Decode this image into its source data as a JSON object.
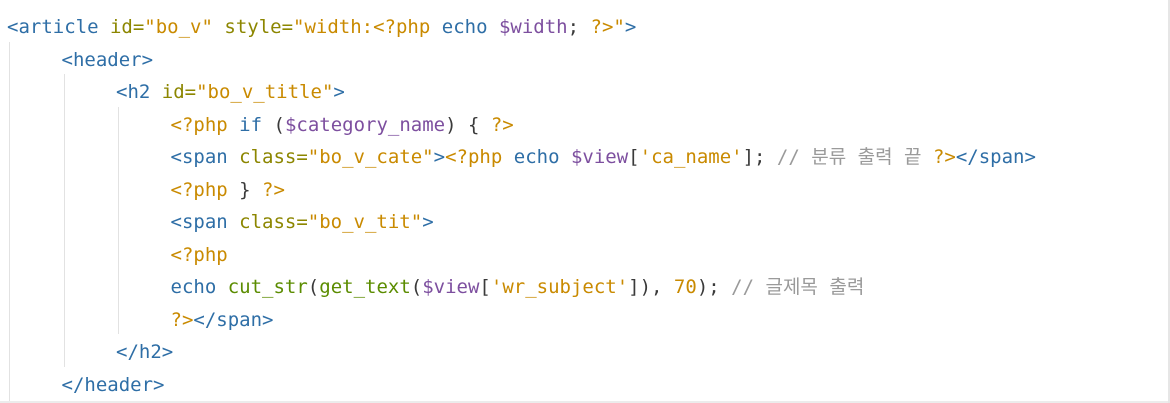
{
  "editor": {
    "lines": [
      {
        "indent": 0,
        "tokens": [
          {
            "t": "tag",
            "v": "<article"
          },
          {
            "t": "plain",
            "v": " "
          },
          {
            "t": "attr",
            "v": "id="
          },
          {
            "t": "str",
            "v": "\"bo_v\""
          },
          {
            "t": "plain",
            "v": " "
          },
          {
            "t": "attr",
            "v": "style="
          },
          {
            "t": "str",
            "v": "\"width:"
          },
          {
            "t": "php",
            "v": "<?php"
          },
          {
            "t": "plain",
            "v": " "
          },
          {
            "t": "kw",
            "v": "echo"
          },
          {
            "t": "plain",
            "v": " "
          },
          {
            "t": "var",
            "v": "$width"
          },
          {
            "t": "plain",
            "v": "; "
          },
          {
            "t": "php",
            "v": "?>"
          },
          {
            "t": "str",
            "v": "\""
          },
          {
            "t": "tag",
            "v": ">"
          }
        ]
      },
      {
        "indent": 1,
        "tokens": [
          {
            "t": "tag",
            "v": "<header>"
          }
        ]
      },
      {
        "indent": 2,
        "tokens": [
          {
            "t": "tag",
            "v": "<h2"
          },
          {
            "t": "plain",
            "v": " "
          },
          {
            "t": "attr",
            "v": "id="
          },
          {
            "t": "str",
            "v": "\"bo_v_title\""
          },
          {
            "t": "tag",
            "v": ">"
          }
        ]
      },
      {
        "indent": 3,
        "tokens": [
          {
            "t": "php",
            "v": "<?php"
          },
          {
            "t": "plain",
            "v": " "
          },
          {
            "t": "kw",
            "v": "if"
          },
          {
            "t": "plain",
            "v": " ("
          },
          {
            "t": "var",
            "v": "$category_name"
          },
          {
            "t": "plain",
            "v": ") { "
          },
          {
            "t": "php",
            "v": "?>"
          }
        ]
      },
      {
        "indent": 3,
        "tokens": [
          {
            "t": "tag",
            "v": "<span"
          },
          {
            "t": "plain",
            "v": " "
          },
          {
            "t": "attr",
            "v": "class="
          },
          {
            "t": "str",
            "v": "\"bo_v_cate\""
          },
          {
            "t": "tag",
            "v": ">"
          },
          {
            "t": "php",
            "v": "<?php"
          },
          {
            "t": "plain",
            "v": " "
          },
          {
            "t": "kw",
            "v": "echo"
          },
          {
            "t": "plain",
            "v": " "
          },
          {
            "t": "var",
            "v": "$view"
          },
          {
            "t": "plain",
            "v": "["
          },
          {
            "t": "str",
            "v": "'ca_name'"
          },
          {
            "t": "plain",
            "v": "]; "
          },
          {
            "t": "cmt",
            "v": "// 분류 출력 끝"
          },
          {
            "t": "plain",
            "v": " "
          },
          {
            "t": "php",
            "v": "?>"
          },
          {
            "t": "tag",
            "v": "</span>"
          }
        ]
      },
      {
        "indent": 3,
        "tokens": [
          {
            "t": "php",
            "v": "<?php"
          },
          {
            "t": "plain",
            "v": " } "
          },
          {
            "t": "php",
            "v": "?>"
          }
        ]
      },
      {
        "indent": 3,
        "tokens": [
          {
            "t": "tag",
            "v": "<span"
          },
          {
            "t": "plain",
            "v": " "
          },
          {
            "t": "attr",
            "v": "class="
          },
          {
            "t": "str",
            "v": "\"bo_v_tit\""
          },
          {
            "t": "tag",
            "v": ">"
          }
        ]
      },
      {
        "indent": 3,
        "tokens": [
          {
            "t": "php",
            "v": "<?php"
          }
        ]
      },
      {
        "indent": 3,
        "tokens": [
          {
            "t": "kw",
            "v": "echo"
          },
          {
            "t": "plain",
            "v": " "
          },
          {
            "t": "fn",
            "v": "cut_str"
          },
          {
            "t": "plain",
            "v": "("
          },
          {
            "t": "fn",
            "v": "get_text"
          },
          {
            "t": "plain",
            "v": "("
          },
          {
            "t": "var",
            "v": "$view"
          },
          {
            "t": "plain",
            "v": "["
          },
          {
            "t": "str",
            "v": "'wr_subject'"
          },
          {
            "t": "plain",
            "v": "]), "
          },
          {
            "t": "num",
            "v": "70"
          },
          {
            "t": "plain",
            "v": "); "
          },
          {
            "t": "cmt",
            "v": "// 글제목 출력"
          }
        ]
      },
      {
        "indent": 3,
        "tokens": [
          {
            "t": "php",
            "v": "?>"
          },
          {
            "t": "tag",
            "v": "</span>"
          }
        ]
      },
      {
        "indent": 2,
        "tokens": [
          {
            "t": "tag",
            "v": "</h2>"
          }
        ]
      },
      {
        "indent": 1,
        "tokens": [
          {
            "t": "tag",
            "v": "</header>"
          }
        ]
      }
    ]
  }
}
